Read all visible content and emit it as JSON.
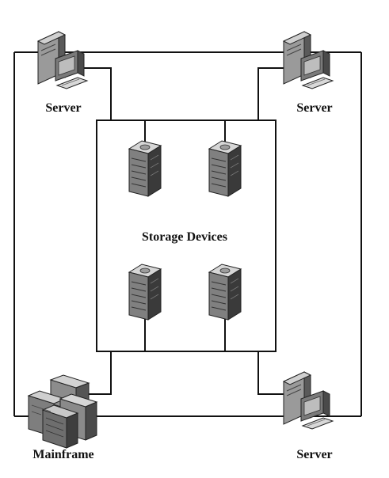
{
  "diagram": {
    "labels": {
      "server_top_left": "Server",
      "server_top_right": "Server",
      "server_bottom_right": "Server",
      "mainframe": "Mainframe",
      "storage": "Storage Devices"
    },
    "nodes": [
      {
        "name": "server-top-left",
        "kind": "server"
      },
      {
        "name": "server-top-right",
        "kind": "server"
      },
      {
        "name": "server-bottom-right",
        "kind": "server"
      },
      {
        "name": "mainframe",
        "kind": "mainframe"
      },
      {
        "name": "storage-device-1",
        "kind": "storage"
      },
      {
        "name": "storage-device-2",
        "kind": "storage"
      },
      {
        "name": "storage-device-3",
        "kind": "storage"
      },
      {
        "name": "storage-device-4",
        "kind": "storage"
      }
    ],
    "colors": {
      "line": "#111111",
      "device_dark": "#3a3a3a",
      "device_mid": "#8a8a8a",
      "device_light": "#d4d4d4"
    }
  }
}
